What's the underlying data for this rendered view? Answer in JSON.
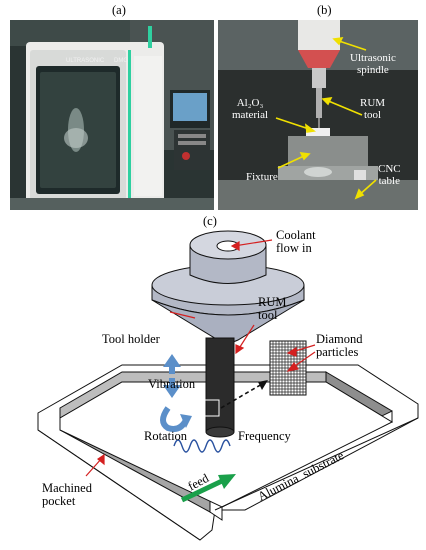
{
  "panels": {
    "a": "(a)",
    "b": "(b)",
    "c": "(c)"
  },
  "photo_a": {
    "machine_brand": "ULTRASONIC",
    "machine_model": "DMG"
  },
  "photo_b_labels": {
    "spindle": "Ultrasonic\nspindle",
    "material": "Al₂O₃\nmaterial",
    "tool": "RUM\ntool",
    "fixture": "Fixture",
    "table": "CNC\ntable"
  },
  "diagram_labels": {
    "coolant": "Coolant\nflow in",
    "rum_tool": "RUM\ntool",
    "tool_holder": "Tool holder",
    "diamond": "Diamond\nparticles",
    "vibration": "Vibration",
    "rotation": "Rotation",
    "frequency": "Frequency",
    "feed": "feed",
    "substrate": "Alumina  substrate",
    "pocket": "Machined\npocket"
  },
  "colors": {
    "machine_panel_photo": "#1e2a2a",
    "machine_body": "#e8e8e4",
    "accent_green": "#2fd0a0",
    "label_arrow_red": "#d42020",
    "photo_b_arrow_yellow": "#f0e000",
    "motion_arrow_blue": "#5b8fc9",
    "feed_arrow_green": "#1aa04a",
    "holder_fill": "#c9cdd8",
    "tool_shaft": "#2b2b2b",
    "pocket_wall": "#9b9b9b"
  }
}
